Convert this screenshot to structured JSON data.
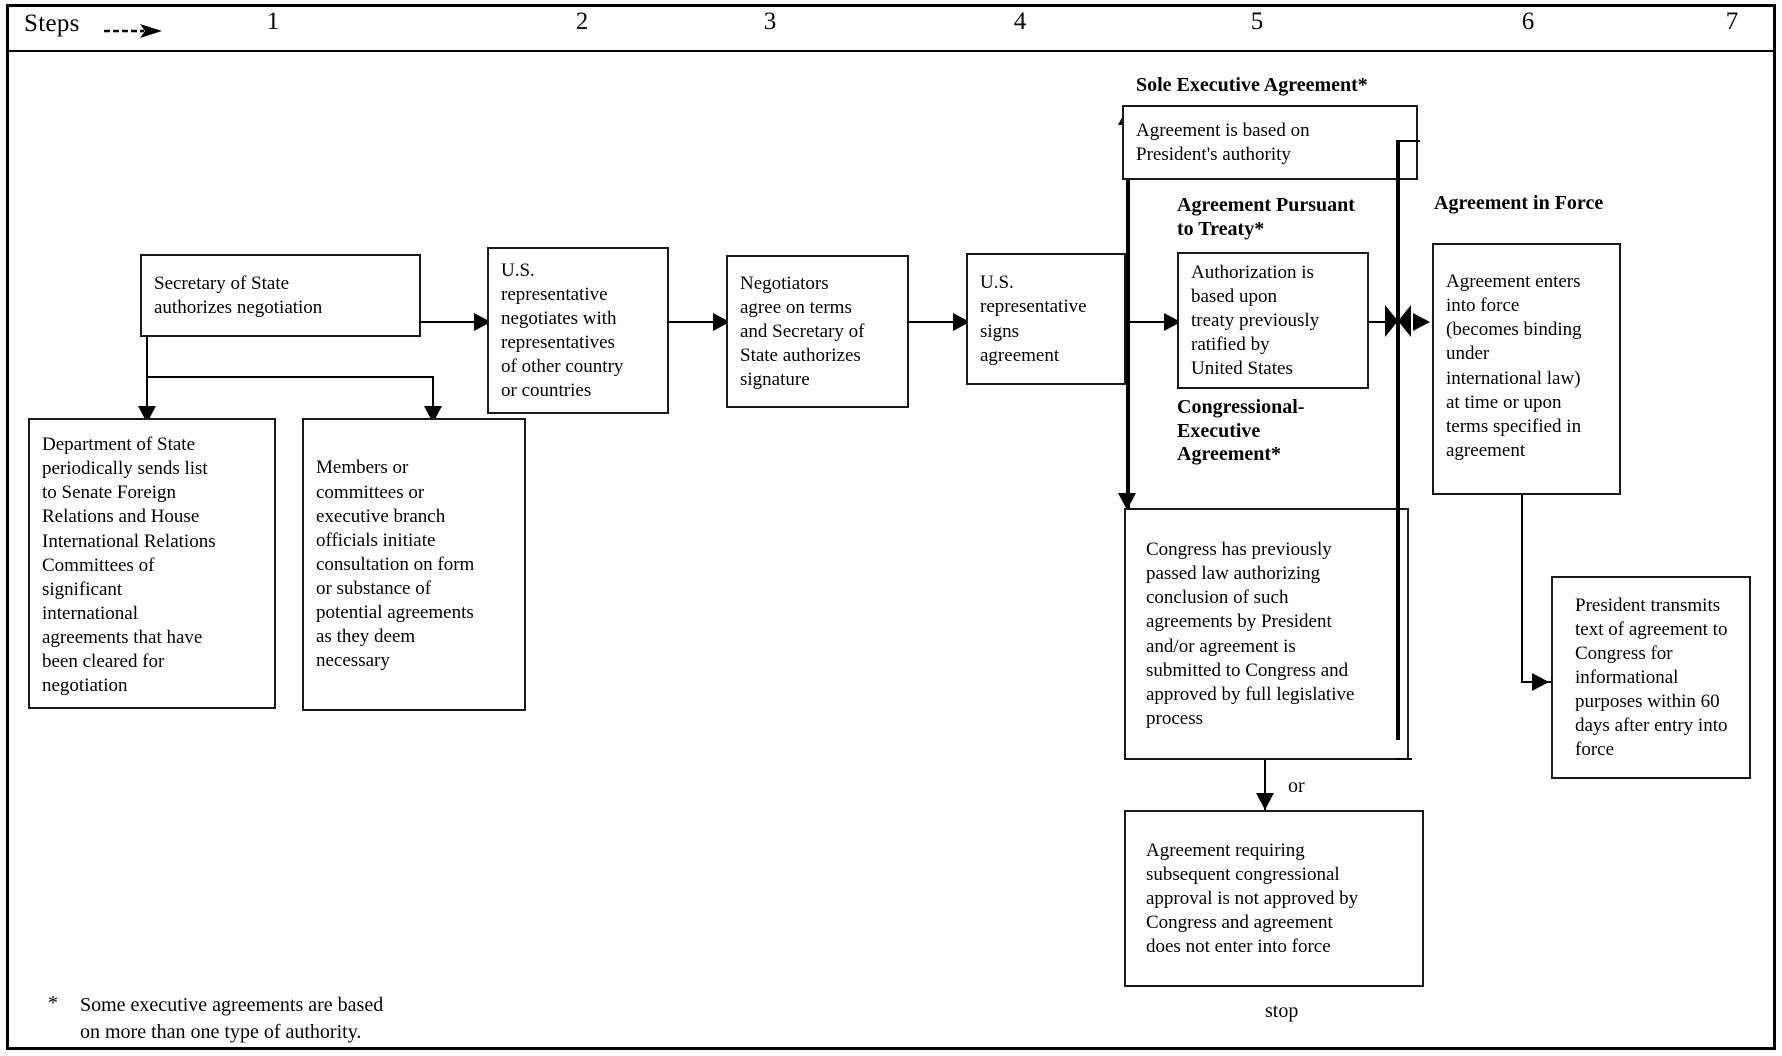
{
  "figure": {
    "steps_label": "Steps",
    "steps_arrow_icon": "right-arrow-icon",
    "step_numbers": [
      "1",
      "2",
      "3",
      "4",
      "5",
      "6",
      "7"
    ]
  },
  "boxes": {
    "secretary_authorizes": "Secretary of State\nauthorizes negotiation",
    "department_of_state_list": "Department of State\nperiodically sends list\nto Senate Foreign\nRelations and House\nInternational Relations\nCommittees of\nsignificant\ninternational\nagreements that have\nbeen cleared for\nnegotiation",
    "members_committees": "Members or\ncommittees or\nexecutive branch\nofficials initiate\nconsultation on form\nor substance of\npotential agreements\nas they deem\nnecessary",
    "us_rep_negotiates": "U.S.\nrepresentative\nnegotiates with\nrepresentatives\nof other country\nor countries",
    "negotiators_agree": "Negotiators\nagree on terms\nand Secretary of\nState authorizes\nsignature",
    "us_rep_signs": "U.S.\nrepresentative\nsigns\nagreement",
    "sole_executive": "Agreement is based on\nPresident's authority",
    "pursuant_to_treaty": "Authorization is\nbased upon\ntreaty previously\nratified by\nUnited States",
    "congressional_executive": "Congress has previously\npassed law authorizing\nconclusion of such\nagreements by President\nand/or agreement is\nsubmitted to Congress and\napproved by full legislative\nprocess",
    "not_approved": "Agreement requiring\nsubsequent congressional\napproval is not approved by\nCongress and agreement\ndoes not enter into force",
    "agreement_enters_force": "Agreement enters\ninto force\n(becomes binding\nunder\ninternational law)\nat time or upon\nterms specified in\nagreement",
    "president_transmits": "President transmits\ntext of agreement to\nCongress for\ninformational\npurposes within 60\ndays after entry into\nforce"
  },
  "group_labels": {
    "sole_executive": "Sole Executive Agreement*",
    "pursuant_to_treaty": "Agreement Pursuant\nto Treaty*",
    "congressional_executive": "Congressional-\nExecutive\nAgreement*",
    "agreement_in_force": "Agreement in Force"
  },
  "connector_labels": {
    "or": "or",
    "stop": "stop"
  },
  "footnote": {
    "marker": "*",
    "text": "Some executive agreements are based\non more than one type of authority."
  },
  "colors": {
    "ink": "#000000",
    "paper": "#ffffff",
    "box_border": "#1a1a1a"
  }
}
